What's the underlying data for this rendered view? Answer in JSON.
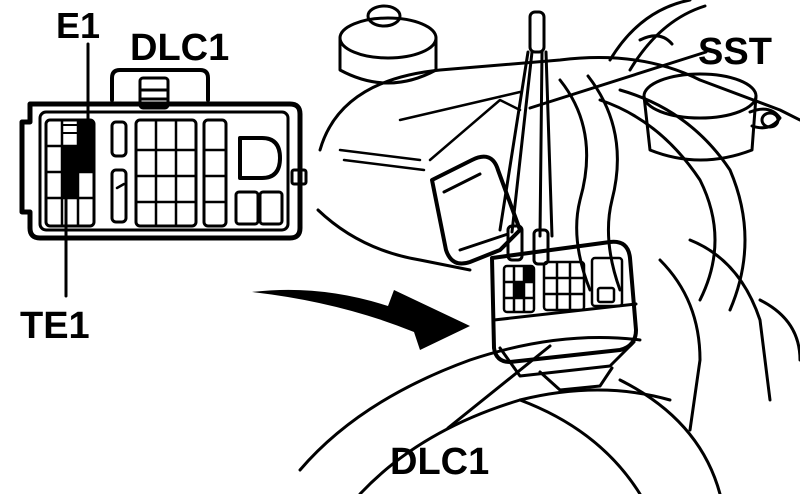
{
  "labels": {
    "e1": "E1",
    "dlc1_top": "DLC1",
    "te1": "TE1",
    "sst": "SST",
    "dlc1_bottom": "DLC1"
  },
  "colors": {
    "ink": "#000000",
    "paper": "#ffffff"
  }
}
